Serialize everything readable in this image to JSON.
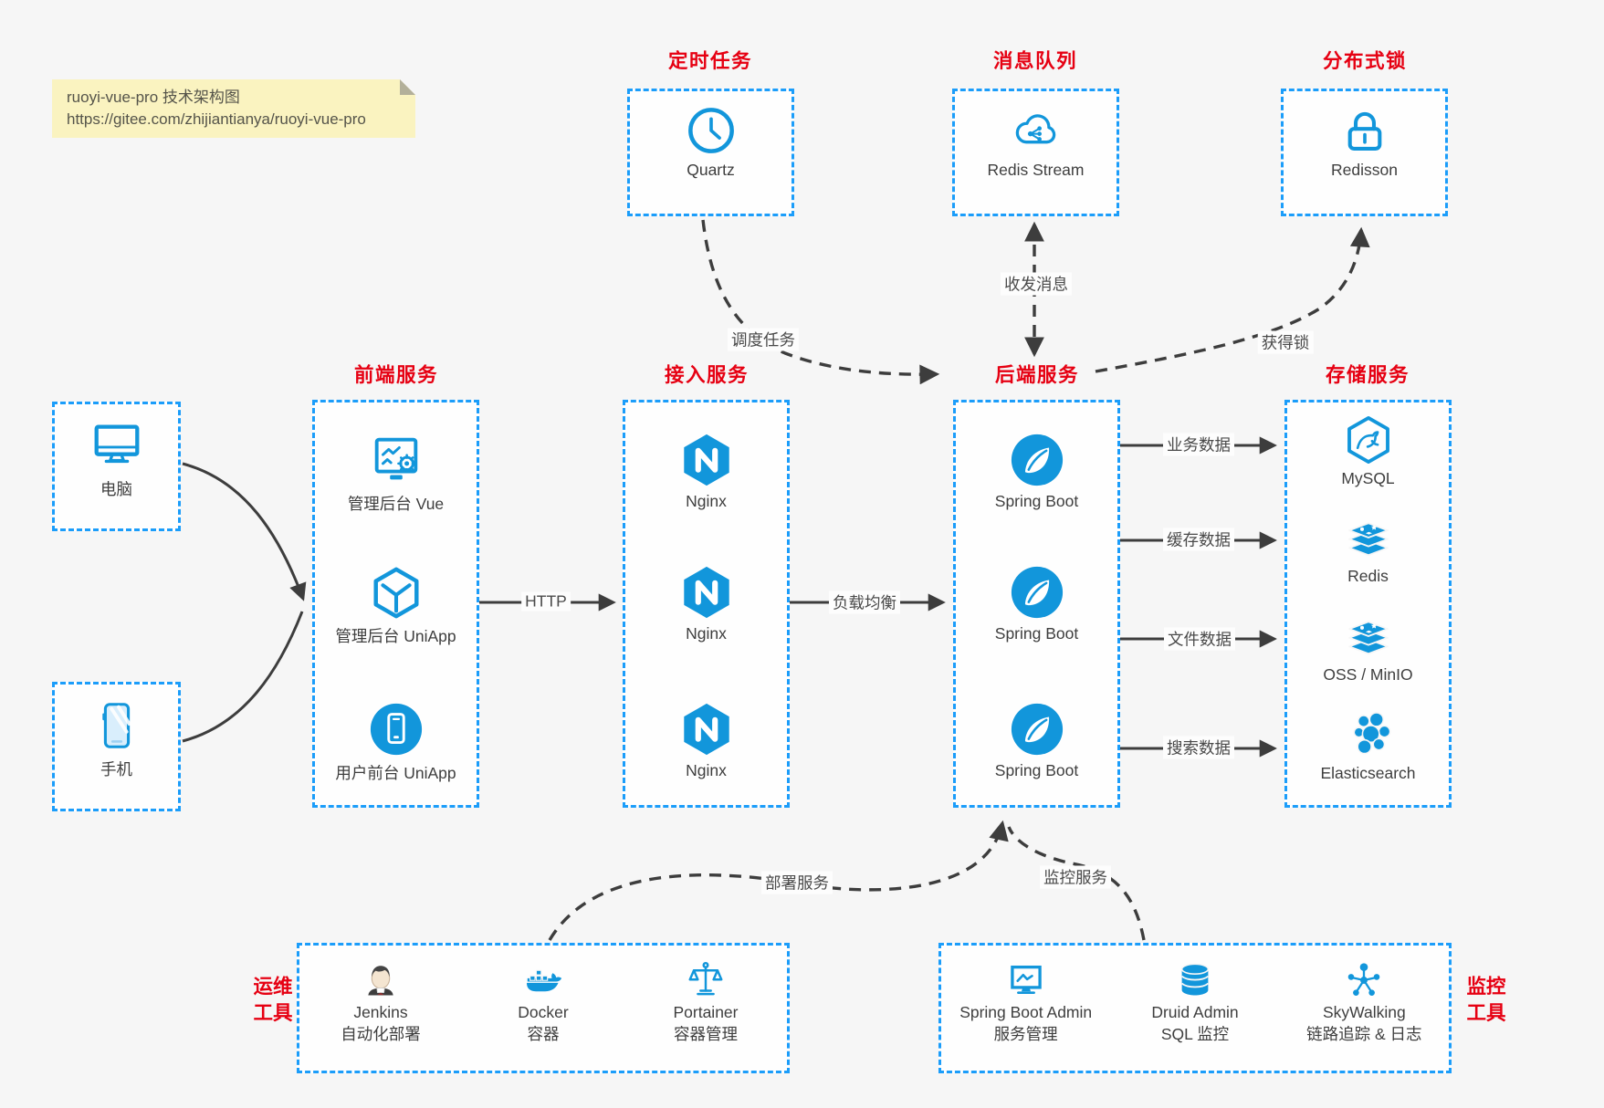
{
  "colors": {
    "box_border_blue": "#1b9dfa",
    "icon_blue": "#1296db",
    "title_red": "#e60012",
    "arrow_dark": "#3d3d3d",
    "note_background": "#faf3c0"
  },
  "note": {
    "line1": "ruoyi-vue-pro 技术架构图",
    "line2": "https://gitee.com/zhijiantianya/ruoyi-vue-pro"
  },
  "top_services": [
    {
      "title": "定时任务",
      "label": "Quartz",
      "icon": "clock-icon"
    },
    {
      "title": "消息队列",
      "label": "Redis Stream",
      "icon": "cloud-message-icon"
    },
    {
      "title": "分布式锁",
      "label": "Redisson",
      "icon": "lock-icon"
    }
  ],
  "clients": [
    {
      "label": "电脑",
      "icon": "desktop-icon"
    },
    {
      "label": "手机",
      "icon": "smartphone-icon"
    }
  ],
  "columns": [
    {
      "title": "前端服务",
      "items": [
        {
          "label": "管理后台 Vue",
          "icon": "admin-vue-icon"
        },
        {
          "label": "管理后台 UniApp",
          "icon": "uniapp-cube-icon"
        },
        {
          "label": "用户前台 UniApp",
          "icon": "user-app-icon"
        }
      ]
    },
    {
      "title": "接入服务",
      "items": [
        {
          "label": "Nginx",
          "icon": "nginx-icon"
        },
        {
          "label": "Nginx",
          "icon": "nginx-icon"
        },
        {
          "label": "Nginx",
          "icon": "nginx-icon"
        }
      ]
    },
    {
      "title": "后端服务",
      "items": [
        {
          "label": "Spring Boot",
          "icon": "spring-boot-icon"
        },
        {
          "label": "Spring Boot",
          "icon": "spring-boot-icon"
        },
        {
          "label": "Spring Boot",
          "icon": "spring-boot-icon"
        }
      ]
    },
    {
      "title": "存储服务",
      "items": [
        {
          "label": "MySQL",
          "icon": "mysql-icon"
        },
        {
          "label": "Redis",
          "icon": "redis-stack-icon"
        },
        {
          "label": "OSS / MinIO",
          "icon": "redis-stack-icon"
        },
        {
          "label": "Elasticsearch",
          "icon": "elasticsearch-icon"
        }
      ]
    }
  ],
  "bottom_boxes": [
    {
      "side_title": [
        "运维",
        "工具"
      ],
      "items": [
        {
          "label": "Jenkins",
          "sublabel": "自动化部署",
          "icon": "jenkins-icon"
        },
        {
          "label": "Docker",
          "sublabel": "容器",
          "icon": "docker-icon"
        },
        {
          "label": "Portainer",
          "sublabel": "容器管理",
          "icon": "portainer-scales-icon"
        }
      ]
    },
    {
      "side_title": [
        "监控",
        "工具"
      ],
      "items": [
        {
          "label": "Spring Boot Admin",
          "sublabel": "服务管理",
          "icon": "monitor-pulse-icon"
        },
        {
          "label": "Druid Admin",
          "sublabel": "SQL 监控",
          "icon": "database-icon"
        },
        {
          "label": "SkyWalking",
          "sublabel": "链路追踪 & 日志",
          "icon": "skywalking-nodes-icon"
        }
      ]
    }
  ],
  "edges": {
    "http": "HTTP",
    "load_balance": "负载均衡",
    "business_data": "业务数据",
    "cache_data": "缓存数据",
    "file_data": "文件数据",
    "search_data": "搜索数据",
    "schedule_task": "调度任务",
    "send_receive_message": "收发消息",
    "acquire_lock": "获得锁",
    "deploy_service": "部署服务",
    "monitor_service": "监控服务"
  }
}
